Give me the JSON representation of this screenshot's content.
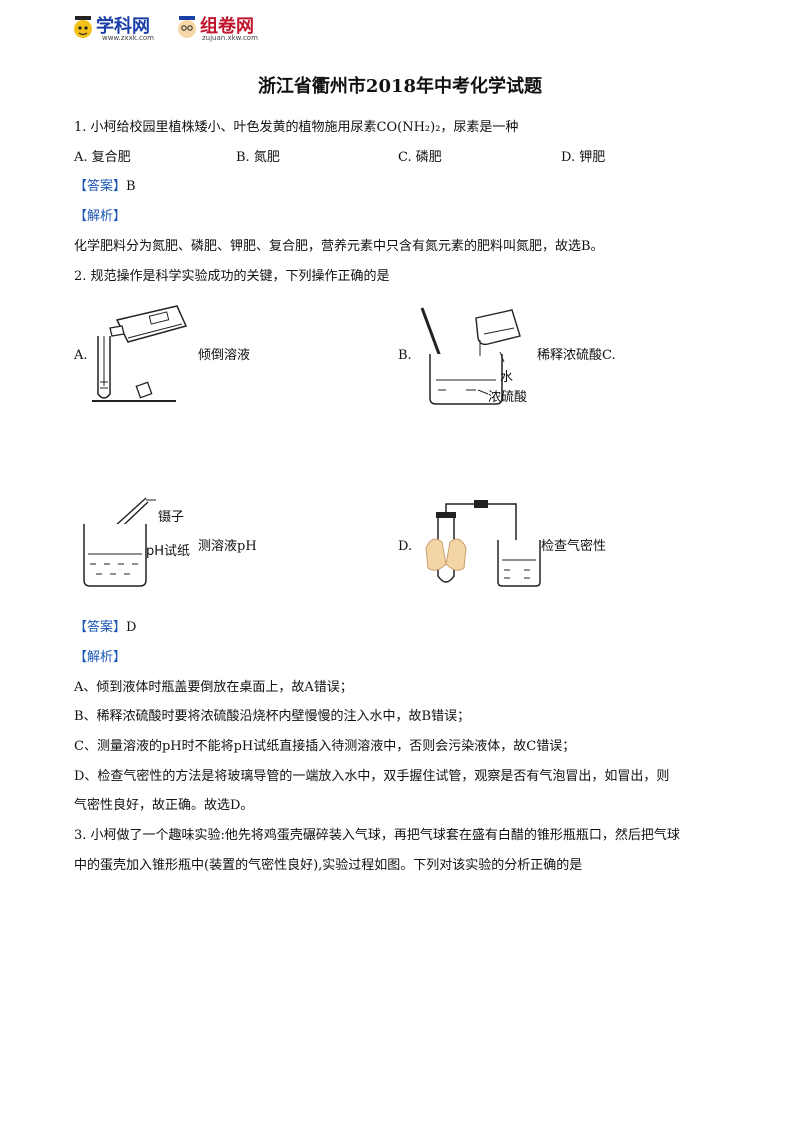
{
  "header": {
    "logo1": {
      "name": "学科网",
      "url": "www.zxxk.com"
    },
    "logo2": {
      "name": "组卷网",
      "url": "zujuan.xkw.com"
    }
  },
  "title": "浙江省衢州市2018年中考化学试题",
  "q1": {
    "stem": "1. 小柯给校园里植株矮小、叶色发黄的植物施用尿素CO(NH₂)₂，尿素是一种",
    "options": [
      "A. 复合肥",
      "B. 氮肥",
      "C. 磷肥",
      "D. 钾肥"
    ],
    "answer_tag": "【答案】",
    "answer": "B",
    "analysis_tag": "【解析】",
    "analysis": "化学肥料分为氮肥、磷肥、钾肥、复合肥，营养元素中只含有氮元素的肥料叫氮肥，故选B。"
  },
  "q2": {
    "stem": "2. 规范操作是科学实验成功的关键，下列操作正确的是",
    "option_a_letter": "A.",
    "option_a_text": "倾倒溶液",
    "option_b_letter": "B.",
    "option_b_text": "稀释浓硫酸C.",
    "option_b_label_water": "水",
    "option_b_label_acid": "浓硫酸",
    "option_c_text": "测溶液pH",
    "option_c_label_tweezer": "镊子",
    "option_c_label_paper": "pH试纸",
    "option_d_letter": "D.",
    "option_d_text": "检查气密性",
    "answer_tag": "【答案】",
    "answer": "D",
    "analysis_tag": "【解析】",
    "analysis_lines": [
      "A、倾到液体时瓶盖要倒放在桌面上，故A错误；",
      "B、稀释浓硫酸时要将浓硫酸沿烧杯内壁慢慢的注入水中，故B错误；",
      "C、测量溶液的pH时不能将pH试纸直接插入待测溶液中，否则会污染液体，故C错误；",
      "D、检查气密性的方法是将玻璃导管的一端放入水中，双手握住试管，观察是否有气泡冒出，如冒出，则",
      "气密性良好，故正确。故选D。"
    ]
  },
  "q3": {
    "lines": [
      "3. 小柯做了一个趣味实验:他先将鸡蛋壳碾碎装入气球，再把气球套在盛有白醋的锥形瓶瓶口，然后把气球",
      "中的蛋壳加入锥形瓶中(装置的气密性良好),实验过程如图。下列对该实验的分析正确的是"
    ]
  }
}
